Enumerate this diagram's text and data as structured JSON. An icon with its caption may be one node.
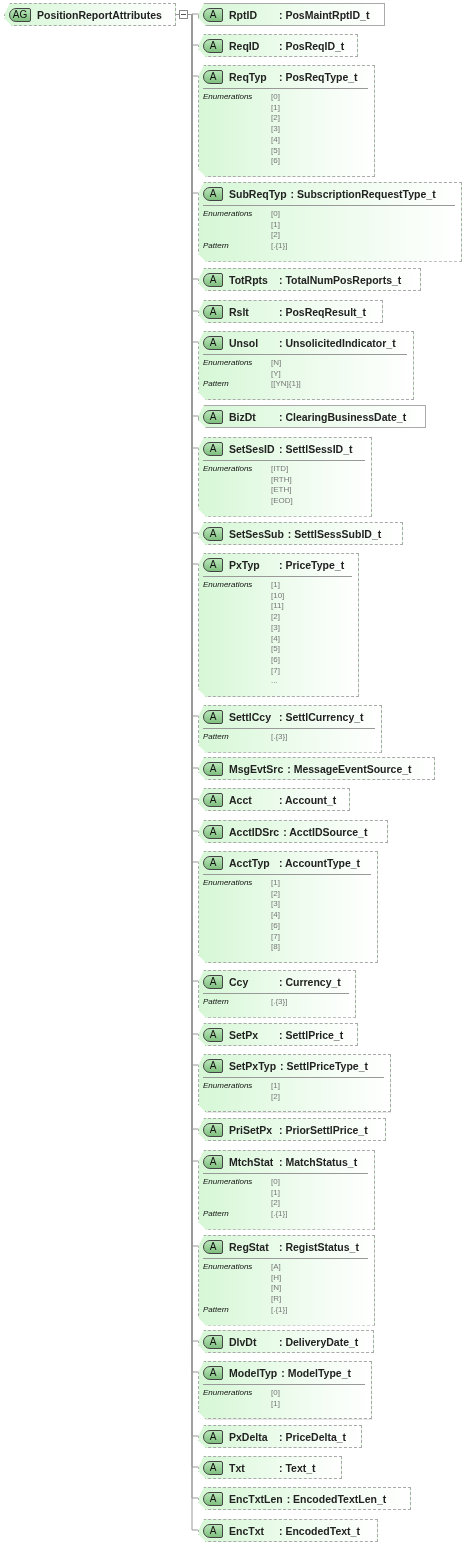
{
  "diagram": {
    "nodes": [
      {
        "text": [
          "AG",
          "PositionReportAttributes"
        ]
      },
      {
        "text": [
          "A",
          "RptID",
          ": PosMaintRptID_t"
        ]
      },
      {
        "text": [
          "A",
          "ReqID",
          ": PosReqID_t"
        ]
      },
      {
        "text": [
          "A",
          "ReqTyp",
          ": PosReqType_t",
          "Enumerations",
          "[0]",
          "[1]",
          "[2]",
          "[3]",
          "[4]",
          "[5]",
          "[6]"
        ]
      },
      {
        "text": [
          "A",
          "SubReqTyp",
          ": SubscriptionRequestType_t",
          "Enumerations",
          "[0]",
          "[1]",
          "[2]",
          "Pattern",
          "[.{1}]"
        ]
      },
      {
        "text": [
          "A",
          "TotRpts",
          ": TotalNumPosReports_t"
        ]
      },
      {
        "text": [
          "A",
          "Rslt",
          ": PosReqResult_t"
        ]
      },
      {
        "text": [
          "A",
          "Unsol",
          ": UnsolicitedIndicator_t",
          "Enumerations",
          "[N]",
          "[Y]",
          "Pattern",
          "[[YN]{1}]"
        ]
      },
      {
        "text": [
          "A",
          "BizDt",
          ": ClearingBusinessDate_t"
        ]
      },
      {
        "text": [
          "A",
          "SetSesID",
          ": SettlSessID_t",
          "Enumerations",
          "[ITD]",
          "[RTH]",
          "[ETH]",
          "[EOD]"
        ]
      },
      {
        "text": [
          "A",
          "SetSesSub",
          ": SettlSessSubID_t"
        ]
      },
      {
        "text": [
          "A",
          "PxTyp",
          ": PriceType_t",
          "Enumerations",
          "[1]",
          "[10]",
          "[11]",
          "[2]",
          "[3]",
          "[4]",
          "[5]",
          "[6]",
          "[7]",
          "..."
        ]
      },
      {
        "text": [
          "A",
          "SettlCcy",
          ": SettlCurrency_t",
          "Pattern",
          "[.{3}]"
        ]
      },
      {
        "text": [
          "A",
          "MsgEvtSrc",
          ": MessageEventSource_t"
        ]
      },
      {
        "text": [
          "A",
          "Acct",
          ": Account_t"
        ]
      },
      {
        "text": [
          "A",
          "AcctIDSrc",
          ": AcctIDSource_t"
        ]
      },
      {
        "text": [
          "A",
          "AcctTyp",
          ": AccountType_t",
          "Enumerations",
          "[1]",
          "[2]",
          "[3]",
          "[4]",
          "[6]",
          "[7]",
          "[8]"
        ]
      },
      {
        "text": [
          "A",
          "Ccy",
          ": Currency_t",
          "Pattern",
          "[.{3}]"
        ]
      },
      {
        "text": [
          "A",
          "SetPx",
          ": SettlPrice_t"
        ]
      },
      {
        "text": [
          "A",
          "SetPxTyp",
          ": SettlPriceType_t",
          "Enumerations",
          "[1]",
          "[2]"
        ]
      },
      {
        "text": [
          "A",
          "PriSetPx",
          ": PriorSettlPrice_t"
        ]
      },
      {
        "text": [
          "A",
          "MtchStat",
          ": MatchStatus_t",
          "Enumerations",
          "[0]",
          "[1]",
          "[2]",
          "Pattern",
          "[.{1}]"
        ]
      },
      {
        "text": [
          "A",
          "RegStat",
          ": RegistStatus_t",
          "Enumerations",
          "[A]",
          "[H]",
          "[N]",
          "[R]",
          "Pattern",
          "[.{1}]"
        ]
      },
      {
        "text": [
          "A",
          "DlvDt",
          ": DeliveryDate_t"
        ]
      },
      {
        "text": [
          "A",
          "ModelTyp",
          ": ModelType_t",
          "Enumerations",
          "[0]",
          "[1]"
        ]
      },
      {
        "text": [
          "A",
          "PxDelta",
          ": PriceDelta_t"
        ]
      },
      {
        "text": [
          "A",
          "Txt",
          ": Text_t"
        ]
      },
      {
        "text": [
          "A",
          "EncTxtLen",
          ": EncodedTextLen_t"
        ]
      },
      {
        "text": [
          "A",
          "EncTxt",
          ": EncodedText_t"
        ]
      }
    ],
    "edges": [
      {
        "from": 0,
        "to": 1,
        "arrow": "none"
      },
      {
        "from": 0,
        "to": 2,
        "arrow": "none"
      },
      {
        "from": 0,
        "to": 3,
        "arrow": "none"
      },
      {
        "from": 0,
        "to": 4,
        "arrow": "none"
      },
      {
        "from": 0,
        "to": 5,
        "arrow": "none"
      },
      {
        "from": 0,
        "to": 6,
        "arrow": "none"
      },
      {
        "from": 0,
        "to": 7,
        "arrow": "none"
      },
      {
        "from": 0,
        "to": 8,
        "arrow": "none"
      },
      {
        "from": 0,
        "to": 9,
        "arrow": "none"
      },
      {
        "from": 0,
        "to": 10,
        "arrow": "none"
      },
      {
        "from": 0,
        "to": 11,
        "arrow": "none"
      },
      {
        "from": 0,
        "to": 12,
        "arrow": "none"
      },
      {
        "from": 0,
        "to": 13,
        "arrow": "none"
      },
      {
        "from": 0,
        "to": 14,
        "arrow": "none"
      },
      {
        "from": 0,
        "to": 15,
        "arrow": "none"
      },
      {
        "from": 0,
        "to": 16,
        "arrow": "none"
      },
      {
        "from": 0,
        "to": 17,
        "arrow": "none"
      },
      {
        "from": 0,
        "to": 18,
        "arrow": "none"
      },
      {
        "from": 0,
        "to": 19,
        "arrow": "none"
      },
      {
        "from": 0,
        "to": 20,
        "arrow": "none"
      },
      {
        "from": 0,
        "to": 21,
        "arrow": "none"
      },
      {
        "from": 0,
        "to": 22,
        "arrow": "none"
      },
      {
        "from": 0,
        "to": 23,
        "arrow": "none"
      },
      {
        "from": 0,
        "to": 24,
        "arrow": "none"
      },
      {
        "from": 0,
        "to": 25,
        "arrow": "none"
      },
      {
        "from": 0,
        "to": 26,
        "arrow": "none"
      },
      {
        "from": 0,
        "to": 27,
        "arrow": "none"
      },
      {
        "from": 0,
        "to": 28,
        "arrow": "none"
      }
    ]
  }
}
